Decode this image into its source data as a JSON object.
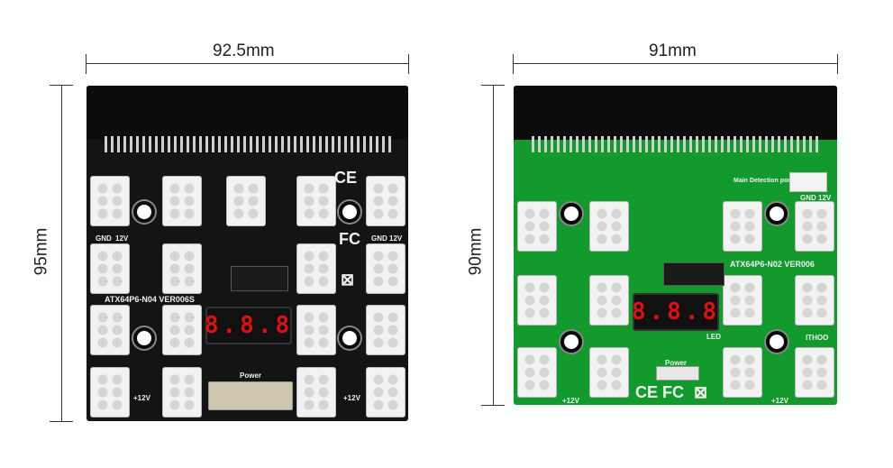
{
  "dimensions": {
    "left_width": "92.5mm",
    "left_height": "95mm",
    "right_width": "91mm",
    "right_height": "90mm"
  },
  "left_board": {
    "color": "#141414",
    "model": "ATX64P6-N04 VER006S",
    "display": "8.8.8",
    "switch_label": "Power",
    "label_gnd": "GND",
    "label_12v": "12V",
    "label_plus12v": "+12V",
    "ce_mark": "CE",
    "fc_mark": "FC"
  },
  "right_board": {
    "color": "#129a2c",
    "model": "ATX64P6-N02 VER006",
    "display": "8.8.8",
    "switch_label": "Power",
    "detect_label": "Main Detection port",
    "led_label": "LED",
    "brand": "ITHOO",
    "label_gnd": "GND",
    "label_12v": "12V",
    "label_plus12v": "+12V",
    "marks": "CE FC"
  },
  "icons": [
    "recycle-bin-icon",
    "ce-mark-icon",
    "fc-mark-icon"
  ]
}
